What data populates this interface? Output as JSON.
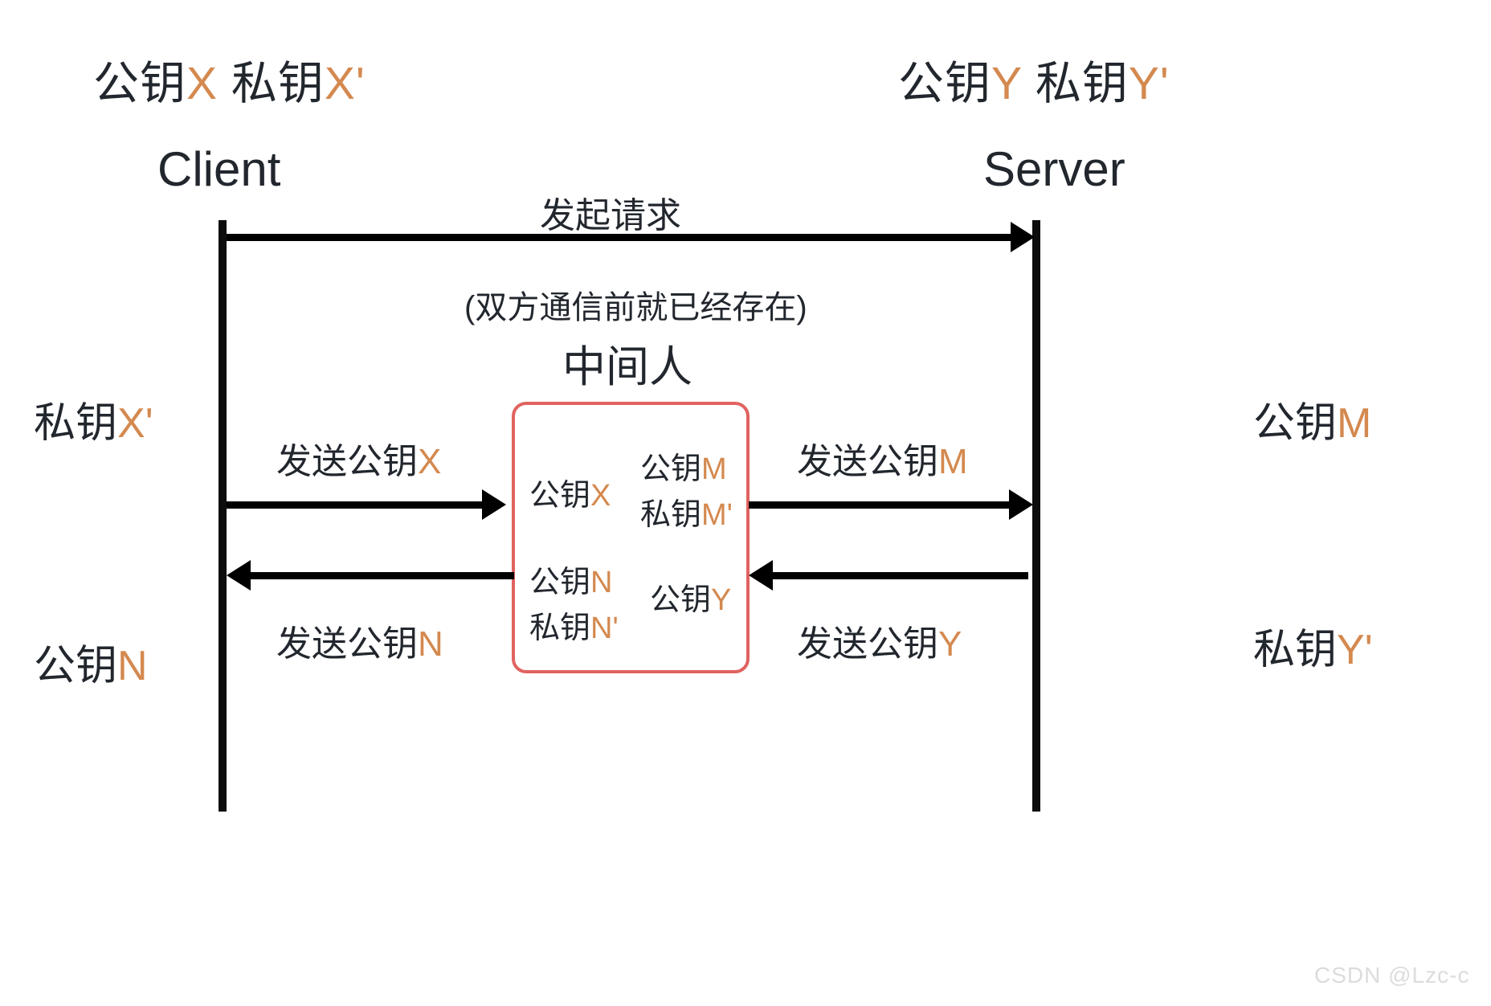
{
  "diagram": {
    "title_left_keys": {
      "label_cn": "公钥",
      "label2_cn": " 私钥",
      "pub": "X",
      "priv": "X'"
    },
    "title_right_keys": {
      "label_cn": "公钥",
      "label2_cn": " 私钥",
      "pub": "Y",
      "priv": "Y'"
    },
    "actors": {
      "client": "Client",
      "server": "Server"
    },
    "messages": {
      "request": "发起请求",
      "note_preexisting": "(双方通信前就已经存在)",
      "mitm_title": "中间人",
      "send_pub_x": "发送公钥X",
      "send_pub_m": "发送公钥M",
      "send_pub_n": "发送公钥N",
      "send_pub_y": "发送公钥Y"
    },
    "side_labels": {
      "left_mid": "私钥X'",
      "left_bottom": "公钥N",
      "right_mid": "公钥M",
      "right_bottom": "私钥Y'"
    },
    "mitm_box": {
      "held_pub_x": "公钥X",
      "held_pub_m": "公钥M",
      "held_priv_m": "私钥M'",
      "held_pub_n": "公钥N",
      "held_priv_n": "私钥N'",
      "held_pub_y": "公钥Y"
    },
    "watermark": "CSDN @Lzc-c",
    "colors": {
      "accent_orange": "#d4894f",
      "box_border_red": "#e06360",
      "text_dark": "#22272e",
      "line_black": "#000000",
      "watermark_gray": "#dcdcdc"
    }
  }
}
